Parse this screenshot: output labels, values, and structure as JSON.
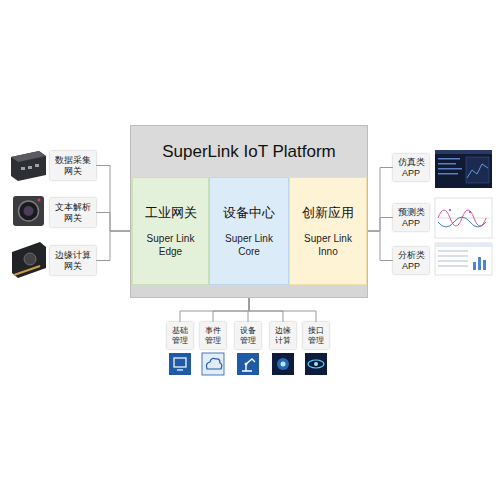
{
  "diagram": {
    "nodes": [
      {
        "text": [
          "SuperLink IoT Platform"
        ]
      },
      {
        "text": [
          "工业网关",
          "Super Link Edge"
        ],
        "in": 0
      },
      {
        "text": [
          "设备中心",
          "Super Link Core"
        ],
        "in": 0
      },
      {
        "text": [
          "创新应用",
          "Super Link Inno"
        ],
        "in": 0
      },
      {
        "text": [
          "数据采集 网关"
        ]
      },
      {
        "text": [
          "文本解析 网关"
        ]
      },
      {
        "text": [
          "边缘计算 网关"
        ]
      },
      {
        "text": [
          "仿真类 APP"
        ]
      },
      {
        "text": [
          "预测类 APP"
        ]
      },
      {
        "text": [
          "分析类 APP"
        ]
      },
      {
        "text": [
          "基础 管理"
        ]
      },
      {
        "text": [
          "事件 管理"
        ]
      },
      {
        "text": [
          "设备 管理"
        ]
      },
      {
        "text": [
          "边缘 计算"
        ]
      },
      {
        "text": [
          "接口 管理"
        ]
      }
    ],
    "edges": [
      {
        "from": 4,
        "to": 1,
        "arrow": "none"
      },
      {
        "from": 5,
        "to": 1,
        "arrow": "none"
      },
      {
        "from": 6,
        "to": 1,
        "arrow": "none"
      },
      {
        "from": 3,
        "to": 7,
        "arrow": "none"
      },
      {
        "from": 3,
        "to": 8,
        "arrow": "none"
      },
      {
        "from": 3,
        "to": 9,
        "arrow": "none"
      },
      {
        "from": 0,
        "to": 10,
        "arrow": "none"
      },
      {
        "from": 0,
        "to": 11,
        "arrow": "none"
      },
      {
        "from": 0,
        "to": 12,
        "arrow": "none"
      },
      {
        "from": 0,
        "to": 13,
        "arrow": "none"
      },
      {
        "from": 0,
        "to": 14,
        "arrow": "none"
      }
    ]
  }
}
